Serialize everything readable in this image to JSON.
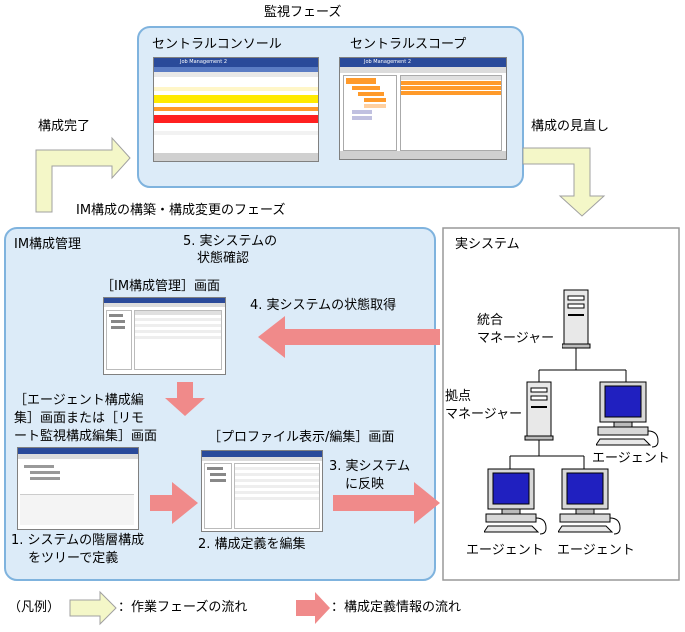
{
  "monitoring_phase": {
    "title": "監視フェーズ",
    "console_label": "セントラルコンソール",
    "scope_label": "セントラルスコープ",
    "console_window_title": "Job Management 2",
    "scope_window_title": "Job Management 2"
  },
  "flow": {
    "config_complete": "構成完了",
    "config_review": "構成の見直し"
  },
  "im_phase": {
    "title": "IM構成の構築・構成変更のフェーズ",
    "panel_title": "IM構成管理",
    "step5_line1": "5. 実システムの",
    "step5_line2": "状態確認",
    "im_screen_label": "［IM構成管理］画面",
    "step4": "4. 実システムの状態取得",
    "agent_edit_line1": "［エージェント構成編",
    "agent_edit_line2": "集］画面または［リモ",
    "agent_edit_line3": "ート監視構成編集］画面",
    "profile_label": "［プロファイル表示/編集］画面",
    "step3_line1": "3. 実システム",
    "step3_line2": "に反映",
    "step1_line1": "1. システムの階層構成",
    "step1_line2": "をツリーで定義",
    "step2": "2. 構成定義を編集"
  },
  "real_system": {
    "title": "実システム",
    "integrated_manager_line1": "統合",
    "integrated_manager_line2": "マネージャー",
    "base_manager_line1": "拠点",
    "base_manager_line2": "マネージャー",
    "agent1": "エージェント",
    "agent2": "エージェント",
    "agent3": "エージェント"
  },
  "legend": {
    "prefix": "（凡例）",
    "work_flow": "：作業フェーズの流れ",
    "config_info_flow": "：構成定義情報の流れ"
  },
  "colors": {
    "panel_fill": "#dcebf8",
    "panel_border": "#7fb3de",
    "phase_arrow_fill": "#f4f7c8",
    "phase_arrow_stroke": "#a0a0a0",
    "info_arrow": "#f08a8a",
    "real_border": "#999999"
  }
}
